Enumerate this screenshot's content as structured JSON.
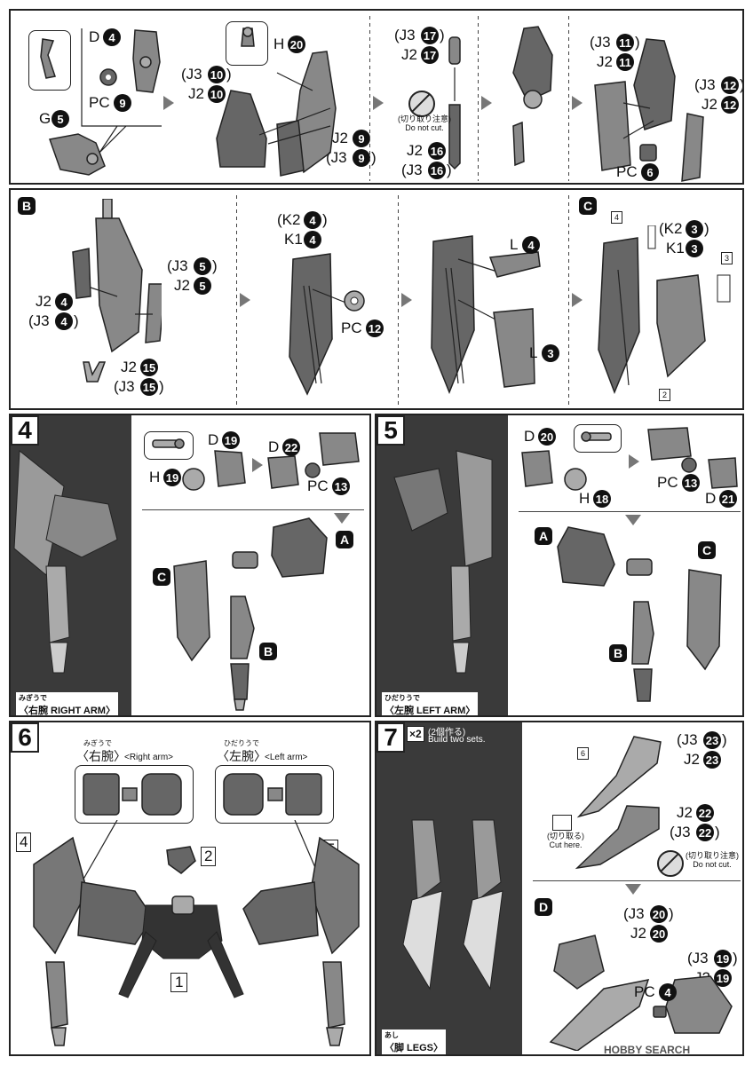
{
  "row1": {
    "s1": {
      "g": "G",
      "g_num": "5",
      "d": "D",
      "d_num": "4",
      "pc": "PC",
      "pc_num": "9"
    },
    "s2": {
      "h": "H",
      "h_num": "20",
      "j3a": "(J3",
      "j3a_num": "10",
      "j3a_close": ")",
      "j2a": "J2",
      "j2a_num": "10",
      "j2b": "J2",
      "j2b_num": "9",
      "j3b": "(J3",
      "j3b_num": "9",
      "j3b_close": ")"
    },
    "s3": {
      "j3a": "(J3",
      "j3a_num": "17",
      "j3a_close": ")",
      "j2a": "J2",
      "j2a_num": "17",
      "nocut_jp": "(切り取り注意)",
      "nocut_en": "Do not cut.",
      "j2b": "J2",
      "j2b_num": "16",
      "j3b": "(J3",
      "j3b_num": "16",
      "j3b_close": ")"
    },
    "s4": {
      "j3a": "(J3",
      "j3a_num": "11",
      "j3a_close": ")",
      "j2a": "J2",
      "j2a_num": "11",
      "j3b": "(J3",
      "j3b_num": "12",
      "j3b_close": ")",
      "j2b": "J2",
      "j2b_num": "12",
      "pc": "PC",
      "pc_num": "6"
    }
  },
  "row2": {
    "letter_b": "B",
    "letter_c": "C",
    "s1": {
      "j3a": "(J3",
      "j3a_num": "5",
      "j3a_close": ")",
      "j2a": "J2",
      "j2a_num": "5",
      "j2b": "J2",
      "j2b_num": "4",
      "j3b": "(J3",
      "j3b_num": "4",
      "j3b_close": ")",
      "j2c": "J2",
      "j2c_num": "15",
      "j3c": "(J3",
      "j3c_num": "15",
      "j3c_close": ")"
    },
    "s2": {
      "k2": "(K2",
      "k2_num": "4",
      "k2_close": ")",
      "k1": "K1",
      "k1_num": "4",
      "pc": "PC",
      "pc_num": "12"
    },
    "s3": {
      "l4": "L",
      "l4_num": "4",
      "l3": "L",
      "l3_num": "3"
    },
    "s4": {
      "k2": "(K2",
      "k2_num": "3",
      "k2_close": ")",
      "k1": "K1",
      "k1_num": "3",
      "tag4": "4",
      "tag3": "3",
      "tag2": "2"
    }
  },
  "step4": {
    "num": "4",
    "label_ruby": "みぎうで",
    "label": "〈右腕 RIGHT ARM〉",
    "d": "D",
    "d_num": "19",
    "h": "H",
    "h_num": "19",
    "d2": "D",
    "d2_num": "22",
    "pc": "PC",
    "pc_num": "13",
    "a": "A",
    "b": "B",
    "c": "C"
  },
  "step5": {
    "num": "5",
    "label_ruby": "ひだりうで",
    "label": "〈左腕 LEFT ARM〉",
    "d": "D",
    "d_num": "20",
    "h": "H",
    "h_num": "18",
    "pc": "PC",
    "pc_num": "13",
    "d2": "D",
    "d2_num": "21",
    "a": "A",
    "b": "B",
    "c": "C"
  },
  "step6": {
    "num": "6",
    "right_ruby": "みぎうで",
    "right": "〈右腕〉",
    "right_en": "<Right arm>",
    "left_ruby": "ひだりうで",
    "left": "〈左腕〉",
    "left_en": "<Left arm>",
    "ref4": "4",
    "ref2": "2",
    "ref5": "5",
    "ref1": "1"
  },
  "step7": {
    "num": "7",
    "x2": "×2",
    "x2_jp": "(2個作る)",
    "x2_en": "Build two sets.",
    "label_ruby": "あし",
    "label": "〈脚 LEGS〉",
    "j3a": "(J3",
    "j3a_num": "23",
    "j3a_close": ")",
    "j2a": "J2",
    "j2a_num": "23",
    "tag6": "6",
    "j2b": "J2",
    "j2b_num": "22",
    "j3b": "(J3",
    "j3b_num": "22",
    "j3b_close": ")",
    "cut_jp": "(切り取る)",
    "cut_en": "Cut here.",
    "nocut_jp": "(切り取り注意)",
    "nocut_en": "Do not cut.",
    "d": "D",
    "j3c": "(J3",
    "j3c_num": "20",
    "j3c_close": ")",
    "j2c": "J2",
    "j2c_num": "20",
    "j3d": "(J3",
    "j3d_num": "19",
    "j3d_close": ")",
    "j2d": "J2",
    "j2d_num": "19",
    "pc": "PC",
    "pc_num": "4"
  },
  "watermark": "HOBBY SEARCH"
}
